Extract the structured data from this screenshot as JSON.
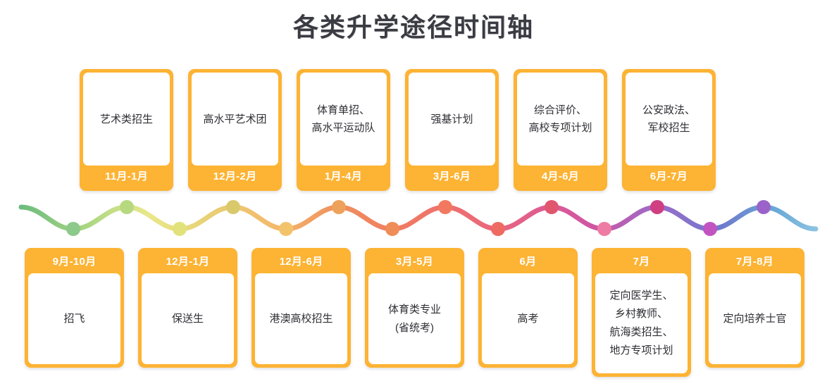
{
  "page": {
    "title": "各类升学途径时间轴",
    "accent_color": "#fdb333",
    "title_color": "#3b3b43",
    "background": "#ffffff"
  },
  "top_row": {
    "cards": [
      {
        "label": "艺术类招生",
        "date": "11月-1月"
      },
      {
        "label": "高水平艺术团",
        "date": "12月-2月"
      },
      {
        "label": "体育单招、\n高水平运动队",
        "date": "1月-4月"
      },
      {
        "label": "强基计划",
        "date": "3月-6月"
      },
      {
        "label": "综合评价、\n高校专项计划",
        "date": "4月-6月"
      },
      {
        "label": "公安政法、\n军校招生",
        "date": "6月-7月"
      }
    ]
  },
  "bottom_row": {
    "cards": [
      {
        "label": "招飞",
        "date": "9月-10月"
      },
      {
        "label": "保送生",
        "date": "12月-1月"
      },
      {
        "label": "港澳高校招生",
        "date": "12月-6月"
      },
      {
        "label": "体育类专业\n(省统考)",
        "date": "3月-5月"
      },
      {
        "label": "高考",
        "date": "6月"
      },
      {
        "label": "定向医学生、\n乡村教师、\n航海类招生、\n地方专项计划",
        "date": "7月"
      },
      {
        "label": "定向培养士官",
        "date": "7月-8月"
      }
    ]
  },
  "timeline": {
    "dot_colors": [
      "#8dc98a",
      "#b6d97f",
      "#e2e27c",
      "#d9c96a",
      "#f3c36c",
      "#eda15a",
      "#ef8d58",
      "#f2795f",
      "#ef6a62",
      "#e0566f",
      "#ee7ba4",
      "#cf3f82",
      "#c154c0",
      "#9b63c9",
      "#5753c0"
    ],
    "gradient_stops": [
      "#6cbb7e",
      "#a8d682",
      "#e9e88a",
      "#e8cf75",
      "#f5b96b",
      "#ef8f5d",
      "#f07a63",
      "#ec6d73",
      "#e25e8c",
      "#c85aa8",
      "#9a6cc9",
      "#7a7ccd",
      "#6aa9d6",
      "#82bede"
    ]
  }
}
